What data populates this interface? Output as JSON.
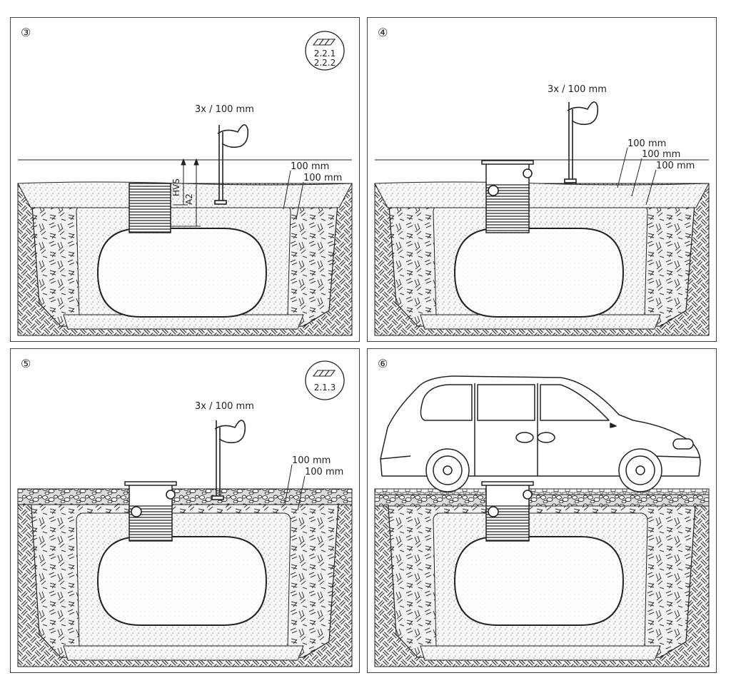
{
  "panels": [
    {
      "number": "③",
      "badge_lines": [
        "2.2.1",
        "2.2.2"
      ],
      "compaction_label": "3x  /  100 mm",
      "layer_labels": [
        "100 mm",
        "100 mm"
      ],
      "dimension_labels": [
        "HVS",
        "A2"
      ]
    },
    {
      "number": "④",
      "badge_lines": [],
      "compaction_label": "3x  /  100 mm",
      "layer_labels": [
        "100 mm",
        "100 mm",
        "100 mm"
      ],
      "dimension_labels": []
    },
    {
      "number": "⑤",
      "badge_lines": [
        "2.1.3"
      ],
      "compaction_label": "3x  /  100 mm",
      "layer_labels": [
        "100 mm",
        "100 mm"
      ],
      "dimension_labels": []
    },
    {
      "number": "⑥",
      "badge_lines": [],
      "compaction_label": "",
      "layer_labels": [],
      "dimension_labels": []
    }
  ],
  "colors": {
    "line": "#222222",
    "panel_border": "#444444",
    "soil": "#cfcfcf",
    "sand": "#ececec",
    "tank": "#f4f4f4"
  }
}
